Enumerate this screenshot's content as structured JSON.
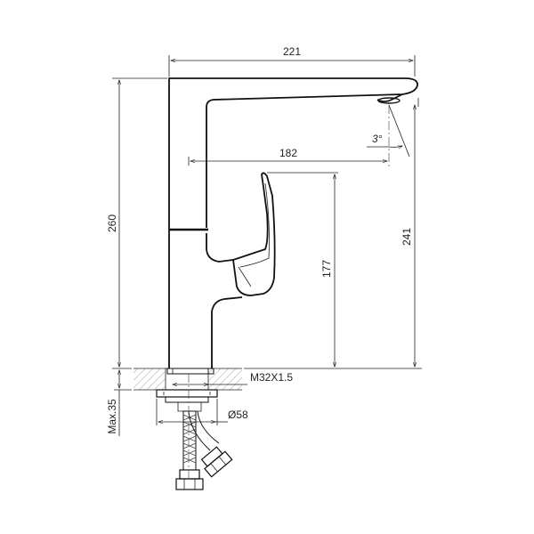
{
  "dimensions": {
    "spout_reach": "221",
    "aerator_reach": "182",
    "total_height": "260",
    "spout_height": "241",
    "lever_height": "177",
    "angle": "3°",
    "thread": "M32X1.5",
    "base_diameter": "Ø58",
    "max_thickness": "Max.35"
  }
}
